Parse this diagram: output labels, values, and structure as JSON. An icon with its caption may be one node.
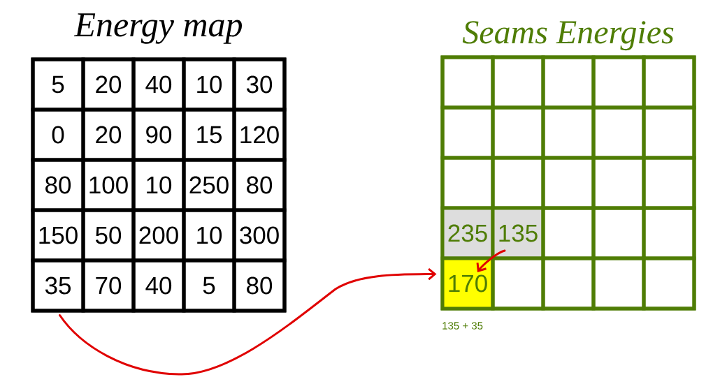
{
  "diagram": {
    "nodes": [
      {
        "text": [
          "Energy map"
        ]
      },
      {
        "text": [
          "5"
        ],
        "in": 0
      },
      {
        "text": [
          "20"
        ],
        "in": 0
      },
      {
        "text": [
          "40"
        ],
        "in": 0
      },
      {
        "text": [
          "10"
        ],
        "in": 0
      },
      {
        "text": [
          "30"
        ],
        "in": 0
      },
      {
        "text": [
          "0"
        ],
        "in": 0
      },
      {
        "text": [
          "20"
        ],
        "in": 0
      },
      {
        "text": [
          "90"
        ],
        "in": 0
      },
      {
        "text": [
          "15"
        ],
        "in": 0
      },
      {
        "text": [
          "120"
        ],
        "in": 0
      },
      {
        "text": [
          "80"
        ],
        "in": 0
      },
      {
        "text": [
          "100"
        ],
        "in": 0
      },
      {
        "text": [
          "10"
        ],
        "in": 0
      },
      {
        "text": [
          "250"
        ],
        "in": 0
      },
      {
        "text": [
          "80"
        ],
        "in": 0
      },
      {
        "text": [
          "150"
        ],
        "in": 0
      },
      {
        "text": [
          "50"
        ],
        "in": 0
      },
      {
        "text": [
          "200"
        ],
        "in": 0
      },
      {
        "text": [
          "10"
        ],
        "in": 0
      },
      {
        "text": [
          "300"
        ],
        "in": 0
      },
      {
        "text": [
          "35"
        ],
        "in": 0
      },
      {
        "text": [
          "70"
        ],
        "in": 0
      },
      {
        "text": [
          "40"
        ],
        "in": 0
      },
      {
        "text": [
          "5"
        ],
        "in": 0
      },
      {
        "text": [
          "80"
        ],
        "in": 0
      },
      {
        "text": [
          "Seams Energies"
        ]
      },
      {
        "text": [],
        "shape": "box",
        "in": 26
      },
      {
        "text": [],
        "shape": "box",
        "in": 26
      },
      {
        "text": [],
        "shape": "box",
        "in": 26
      },
      {
        "text": [],
        "shape": "box",
        "in": 26
      },
      {
        "text": [],
        "shape": "box",
        "in": 26
      },
      {
        "text": [],
        "shape": "box",
        "in": 26
      },
      {
        "text": [],
        "shape": "box",
        "in": 26
      },
      {
        "text": [],
        "shape": "box",
        "in": 26
      },
      {
        "text": [],
        "shape": "box",
        "in": 26
      },
      {
        "text": [],
        "shape": "box",
        "in": 26
      },
      {
        "text": [],
        "shape": "box",
        "in": 26
      },
      {
        "text": [],
        "shape": "box",
        "in": 26
      },
      {
        "text": [],
        "shape": "box",
        "in": 26
      },
      {
        "text": [],
        "shape": "box",
        "in": 26
      },
      {
        "text": [],
        "shape": "box",
        "in": 26
      },
      {
        "text": [
          "235"
        ],
        "in": 26
      },
      {
        "text": [
          "135"
        ],
        "in": 26
      },
      {
        "text": [],
        "shape": "box",
        "in": 26
      },
      {
        "text": [],
        "shape": "box",
        "in": 26
      },
      {
        "text": [],
        "shape": "box",
        "in": 26
      },
      {
        "text": [
          "170"
        ],
        "in": 26,
        "beside": [
          "135 + 35"
        ]
      },
      {
        "text": [],
        "shape": "box",
        "in": 26
      },
      {
        "text": [],
        "shape": "box",
        "in": 26
      },
      {
        "text": [],
        "shape": "box",
        "in": 26
      },
      {
        "text": [],
        "shape": "box",
        "in": 26
      }
    ],
    "edges": [
      {
        "from": 0,
        "to": 26,
        "arrow": "to",
        "color": "#e00000"
      },
      {
        "from": 43,
        "to": 47,
        "arrow": "to",
        "color": "#e00000"
      }
    ]
  }
}
